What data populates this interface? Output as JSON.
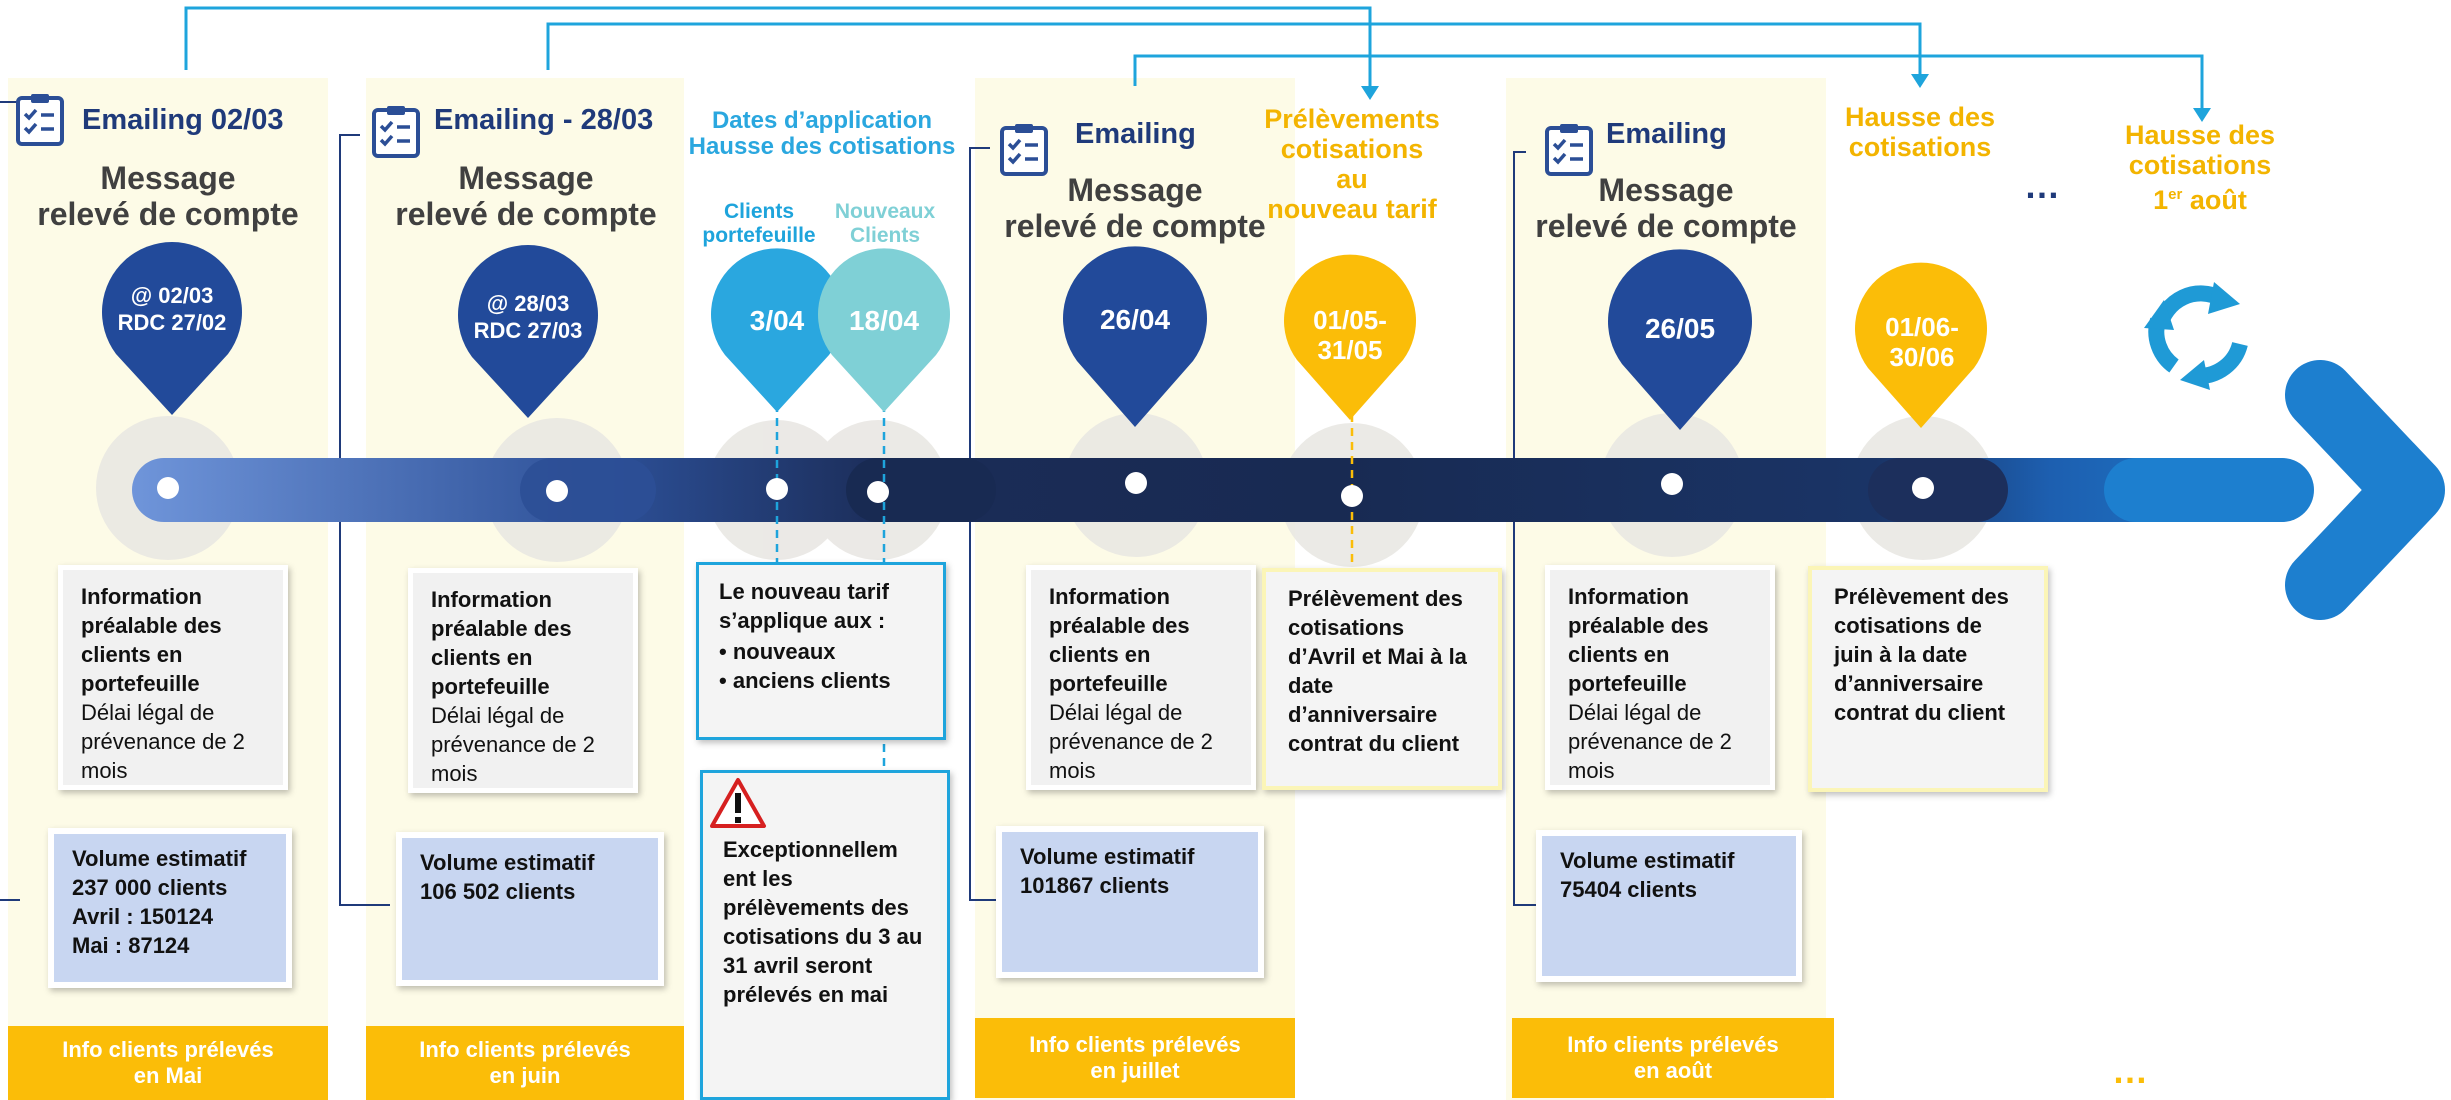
{
  "colors": {
    "navy": "#1f3a7a",
    "pin_dark_blue": "#224a9a",
    "pin_light_blue": "#2aa7df",
    "pin_teal": "#7fd0d6",
    "pin_yellow": "#fbbd08",
    "footer_yellow": "#fbbd08",
    "connector_blue": "#1ea4dc",
    "column_bg": "#fdfbe7"
  },
  "columns": [
    {
      "header": "Emailing 02/03",
      "message": "Message\nrelevé de compte",
      "pin_line1": "@ 02/03",
      "pin_line2": "RDC 27/02",
      "info_bold": "Information préalable des clients en portefeuille",
      "info_text": "Délai légal de prévenance de 2 mois",
      "volume": "Volume estimatif\n237 000 clients\nAvril : 150124\nMai : 87124",
      "footer": "Info clients prélevés\nen Mai"
    },
    {
      "header": "Emailing - 28/03",
      "message": "Message\nrelevé de compte",
      "pin_line1": "@ 28/03",
      "pin_line2": "RDC 27/03",
      "info_bold": "Information préalable des clients en portefeuille",
      "info_text": "Délai légal de prévenance de 2 mois",
      "volume": "Volume estimatif\n106 502 clients",
      "footer": "Info clients prélevés\nen juin"
    },
    {
      "header": "Emailing",
      "message": "Message\nrelevé de compte",
      "pin_line1": "26/04",
      "info_bold": "Information préalable des clients en portefeuille",
      "info_text": "Délai légal de prévenance de 2 mois",
      "volume": "Volume estimatif\n101867 clients",
      "footer": "Info clients prélevés\nen juillet"
    },
    {
      "header": "Emailing",
      "message": "Message\nrelevé de compte",
      "pin_line1": "26/05",
      "info_bold": "Information préalable des clients en portefeuille",
      "info_text": "Délai légal de prévenance de 2 mois",
      "volume": "Volume estimatif\n75404 clients",
      "footer": "Info clients prélevés\nen août"
    }
  ],
  "application": {
    "title": "Dates d’application\nHausse des cotisations",
    "clients_portefeuille": "Clients\nportefeuille",
    "nouveaux_clients": "Nouveaux\nClients",
    "pin_portefeuille": "3/04",
    "pin_nouveaux": "18/04",
    "tarif_intro": "Le nouveau tarif s’applique aux :",
    "tarif_items": [
      "nouveaux",
      "anciens clients"
    ],
    "warning_icon": "warning-triangle-icon",
    "exception_text": "Exceptionnellem ent les prélèvements des cotisations du 3 au 31 avril seront prélevés en mai"
  },
  "prelevements": {
    "title": "Prélèvements\ncotisations au\nnouveau tarif",
    "pin": "01/05-\n31/05",
    "box": "Prélèvement des cotisations d’Avril et Mai à la date d’anniversaire contrat du client"
  },
  "hausse": {
    "title": "Hausse des\ncotisations",
    "pin": "01/06-\n30/06",
    "box": "Prélèvement des cotisations de juin à la date d’anniversaire contrat du client"
  },
  "hausse_aout": {
    "title_line1": "Hausse des",
    "title_line2": "cotisations",
    "title_line3_num": "1",
    "title_line3_sup": "er",
    "title_line3_rest": " août",
    "icon": "cycle-arrows-icon"
  },
  "ellipsis": "…",
  "icons": {
    "checklist": "checklist-icon"
  }
}
